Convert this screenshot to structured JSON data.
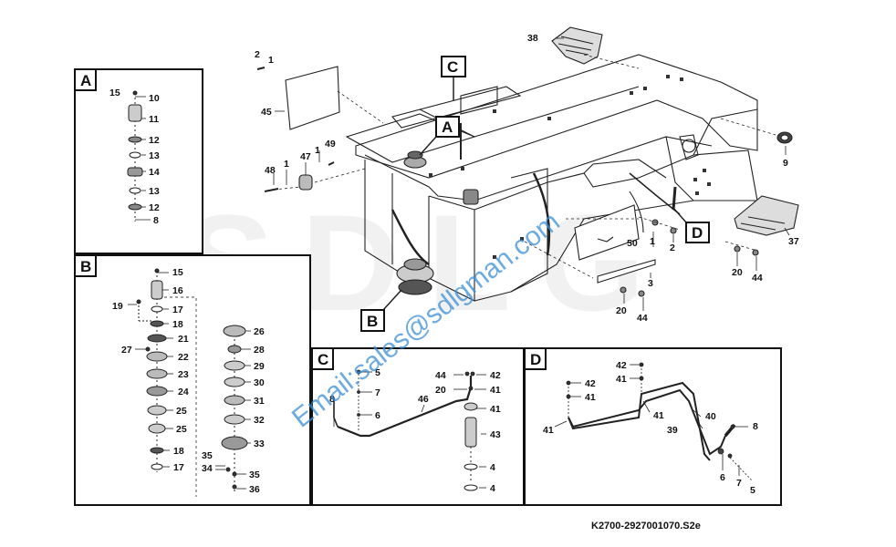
{
  "document_code": "K2700-2927001070.S2e",
  "watermark": {
    "email": "Email:sales@sdlgman.com",
    "logo": "SDLG"
  },
  "main_view": {
    "callout_letters": [
      "A",
      "B",
      "C",
      "D"
    ],
    "part_numbers": {
      "p38": "38",
      "p2_top": "2",
      "p1_top": "1",
      "p45": "45",
      "p9": "9",
      "p48": "48",
      "p1_a": "1",
      "p47": "47",
      "p1_b": "1",
      "p49": "49",
      "p50": "50",
      "p1_c": "1",
      "p2_c": "2",
      "p3": "3",
      "p20_a": "20",
      "p44_a": "44",
      "p20_b": "20",
      "p44_b": "44",
      "p37": "37"
    }
  },
  "panel_a": {
    "letter": "A",
    "labels": {
      "p15": "15",
      "p10": "10",
      "p11": "11",
      "p12a": "12",
      "p13a": "13",
      "p14": "14",
      "p13b": "13",
      "p12b": "12",
      "p8": "8"
    }
  },
  "panel_b": {
    "letter": "B",
    "labels": {
      "p15": "15",
      "p16": "16",
      "p19": "19",
      "p17a": "17",
      "p18a": "18",
      "p21": "21",
      "p27": "27",
      "p22": "22",
      "p23": "23",
      "p24": "24",
      "p25a": "25",
      "p25b": "25",
      "p18b": "18",
      "p17b": "17",
      "p26": "26",
      "p28": "28",
      "p29": "29",
      "p30": "30",
      "p31": "31",
      "p32": "32",
      "p33": "33",
      "p35a": "35",
      "p34": "34",
      "p35b": "35",
      "p36": "36"
    }
  },
  "panel_c": {
    "letter": "C",
    "labels": {
      "p5": "5",
      "p7": "7",
      "p8": "8",
      "p6": "6",
      "p46": "46",
      "p44": "44",
      "p42": "42",
      "p20": "20",
      "p41a": "41",
      "p41b": "41",
      "p43": "43",
      "p4a": "4",
      "p4b": "4"
    }
  },
  "panel_d": {
    "letter": "D",
    "labels": {
      "p42a": "42",
      "p41a": "41",
      "p42b": "42",
      "p41b": "41",
      "p41c": "41",
      "p41d": "41",
      "p40": "40",
      "p39": "39",
      "p8": "8",
      "p6": "6",
      "p7": "7",
      "p5": "5"
    }
  }
}
